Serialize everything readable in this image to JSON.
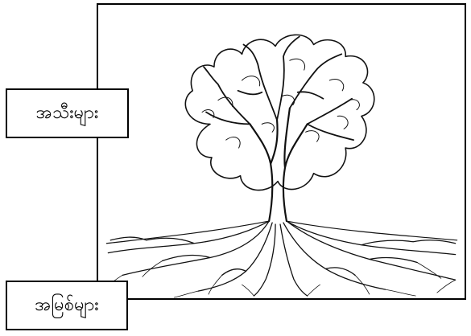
{
  "labels": {
    "fruits": "အသီးများ",
    "roots": "အမြစ်များ"
  },
  "colors": {
    "stroke": "#000000",
    "background": "#ffffff"
  },
  "illustration": "tree-with-roots"
}
